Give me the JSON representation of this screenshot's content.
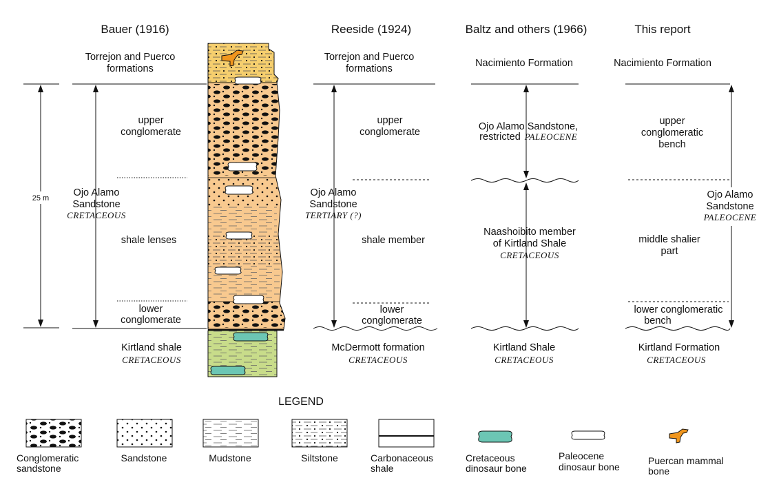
{
  "headers": {
    "bauer": "Bauer (1916)",
    "reeside": "Reeside (1924)",
    "baltz": "Baltz and others (1966)",
    "this_report": "This report"
  },
  "bauer": {
    "top_unit_1": "Torrejon and Puerco",
    "top_unit_2": "formations",
    "upper_1": "upper",
    "upper_2": "conglomerate",
    "formation_1": "Ojo Alamo",
    "formation_2": "Sandstone",
    "age": "CRETACEOUS",
    "shale": "shale lenses",
    "lower_1": "lower",
    "lower_2": "conglomerate",
    "base": "Kirtland shale",
    "base_age": "CRETACEOUS"
  },
  "scale_label": "25 m",
  "reeside": {
    "top_unit_1": "Torrejon and Puerco",
    "top_unit_2": "formations",
    "upper_1": "upper",
    "upper_2": "conglomerate",
    "formation_1": "Ojo Alamo",
    "formation_2": "Sandstone",
    "age": "TERTIARY (?)",
    "shale": "shale member",
    "lower_1": "lower",
    "lower_2": "conglomerate",
    "base": "McDermott formation",
    "base_age": "CRETACEOUS"
  },
  "baltz": {
    "top_unit": "Nacimiento Formation",
    "upper_1": "Ojo Alamo Sandstone,",
    "upper_2": "restricted",
    "upper_age": "PALEOCENE",
    "middle_1": "Naashoibito member",
    "middle_2": "of Kirtland Shale",
    "middle_age": "CRETACEOUS",
    "base": "Kirtland Shale",
    "base_age": "CRETACEOUS"
  },
  "this_report": {
    "top_unit": "Nacimiento Formation",
    "upper_1": "upper",
    "upper_2": "conglomeratic",
    "upper_3": "bench",
    "formation_1": "Ojo Alamo",
    "formation_2": "Sandstone",
    "age": "PALEOCENE",
    "middle_1": "middle shalier",
    "middle_2": "part",
    "lower_1": "lower conglomeratic",
    "lower_2": "bench",
    "base": "Kirtland Formation",
    "base_age": "CRETACEOUS"
  },
  "legend": {
    "title": "LEGEND",
    "conglomeratic_1": "Conglomeratic",
    "conglomeratic_2": "sandstone",
    "sandstone": "Sandstone",
    "mudstone": "Mudstone",
    "siltstone": "Siltstone",
    "carbonaceous_1": "Carbonaceous",
    "carbonaceous_2": "shale",
    "cretaceous_bone_1": "Cretaceous",
    "cretaceous_bone_2": "dinosaur bone",
    "paleocene_bone_1": "Paleocene",
    "paleocene_bone_2": "dinosaur bone",
    "puercan_1": "Puercan mammal",
    "puercan_2": "bone"
  },
  "colors": {
    "sandstone_fill": "#f8c98f",
    "top_unit_fill": "#f6cf6e",
    "shale_fill": "#c8dc8a",
    "cretaceous_bone": "#6cc6b4",
    "paleocene_bone": "#ffffff",
    "mammal_bone": "#f0961e"
  }
}
